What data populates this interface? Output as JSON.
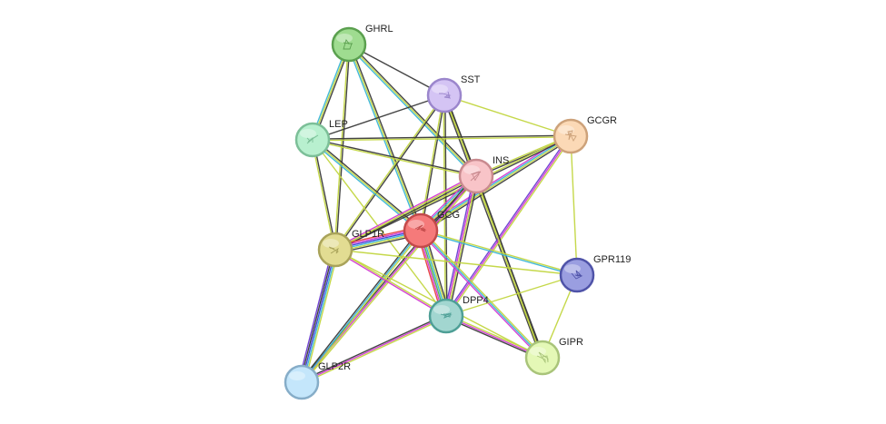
{
  "network": {
    "nodes": [
      {
        "id": "GHRL",
        "label": "GHRL",
        "fill": "#9fdc90",
        "stroke": "#5ba04f"
      },
      {
        "id": "SST",
        "label": "SST",
        "fill": "#d4c4f4",
        "stroke": "#9b86cc"
      },
      {
        "id": "GCGR",
        "label": "GCGR",
        "fill": "#fbd9b6",
        "stroke": "#cda27a"
      },
      {
        "id": "LEP",
        "label": "LEP",
        "fill": "#b8f0cf",
        "stroke": "#7cbf98"
      },
      {
        "id": "INS",
        "label": "INS",
        "fill": "#f8c4c8",
        "stroke": "#c98a8f"
      },
      {
        "id": "GCG",
        "label": "GCG",
        "fill": "#f57a7a",
        "stroke": "#c24a4a"
      },
      {
        "id": "GLP1R",
        "label": "GLP1R",
        "fill": "#e2dc92",
        "stroke": "#a9a35a"
      },
      {
        "id": "GPR119",
        "label": "GPR119",
        "fill": "#9a9ee0",
        "stroke": "#4f53a8"
      },
      {
        "id": "DPP4",
        "label": "DPP4",
        "fill": "#a2d6d0",
        "stroke": "#4e9f96"
      },
      {
        "id": "GIPR",
        "label": "GIPR",
        "fill": "#e4f8b6",
        "stroke": "#a9c47a"
      },
      {
        "id": "GLP2R",
        "label": "GLP2R",
        "fill": "#c4e6fb",
        "stroke": "#86adc8"
      }
    ],
    "edge_colors": {
      "black": "#3a3a3a",
      "yellow": "#c2d640",
      "cyan": "#3ab5d6",
      "blue": "#3b3bd8",
      "magenta": "#d23ad2",
      "green": "#55b04b",
      "red": "#e63c3c",
      "purple": "#6a3ad0"
    },
    "edges": [
      {
        "source": "GHRL",
        "target": "SST",
        "types": [
          "black"
        ]
      },
      {
        "source": "GHRL",
        "target": "LEP",
        "types": [
          "black",
          "yellow",
          "cyan"
        ]
      },
      {
        "source": "GHRL",
        "target": "INS",
        "types": [
          "black",
          "yellow",
          "cyan"
        ]
      },
      {
        "source": "GHRL",
        "target": "GCG",
        "types": [
          "black",
          "yellow",
          "cyan"
        ]
      },
      {
        "source": "GHRL",
        "target": "GLP1R",
        "types": [
          "black",
          "yellow"
        ]
      },
      {
        "source": "SST",
        "target": "LEP",
        "types": [
          "black"
        ]
      },
      {
        "source": "SST",
        "target": "GCGR",
        "types": [
          "yellow"
        ]
      },
      {
        "source": "SST",
        "target": "INS",
        "types": [
          "black",
          "yellow"
        ]
      },
      {
        "source": "SST",
        "target": "GCG",
        "types": [
          "black",
          "yellow"
        ]
      },
      {
        "source": "SST",
        "target": "GLP1R",
        "types": [
          "black",
          "yellow"
        ]
      },
      {
        "source": "SST",
        "target": "DPP4",
        "types": [
          "black",
          "yellow"
        ]
      },
      {
        "source": "SST",
        "target": "GIPR",
        "types": [
          "black",
          "yellow",
          "black"
        ]
      },
      {
        "source": "LEP",
        "target": "GCGR",
        "types": [
          "black",
          "yellow"
        ]
      },
      {
        "source": "LEP",
        "target": "INS",
        "types": [
          "black",
          "yellow"
        ]
      },
      {
        "source": "LEP",
        "target": "GCG",
        "types": [
          "black",
          "yellow",
          "cyan"
        ]
      },
      {
        "source": "LEP",
        "target": "GLP1R",
        "types": [
          "black",
          "yellow"
        ]
      },
      {
        "source": "LEP",
        "target": "DPP4",
        "types": [
          "yellow"
        ]
      },
      {
        "source": "GCGR",
        "target": "INS",
        "types": [
          "black",
          "yellow"
        ]
      },
      {
        "source": "GCGR",
        "target": "GCG",
        "types": [
          "black",
          "yellow",
          "cyan",
          "magenta"
        ]
      },
      {
        "source": "GCGR",
        "target": "GLP1R",
        "types": [
          "black",
          "yellow"
        ]
      },
      {
        "source": "GCGR",
        "target": "DPP4",
        "types": [
          "yellow",
          "magenta",
          "purple"
        ]
      },
      {
        "source": "GCGR",
        "target": "GPR119",
        "types": [
          "yellow"
        ]
      },
      {
        "source": "INS",
        "target": "GCG",
        "types": [
          "black",
          "yellow",
          "cyan",
          "magenta"
        ]
      },
      {
        "source": "INS",
        "target": "GLP1R",
        "types": [
          "black",
          "yellow",
          "magenta"
        ]
      },
      {
        "source": "INS",
        "target": "DPP4",
        "types": [
          "black",
          "yellow",
          "magenta",
          "purple"
        ]
      },
      {
        "source": "INS",
        "target": "GIPR",
        "types": [
          "black",
          "yellow"
        ]
      },
      {
        "source": "INS",
        "target": "GLP2R",
        "types": [
          "yellow",
          "magenta",
          "black"
        ]
      },
      {
        "source": "GCG",
        "target": "GLP1R",
        "types": [
          "black",
          "yellow",
          "cyan",
          "blue",
          "magenta",
          "red"
        ]
      },
      {
        "source": "GCG",
        "target": "GPR119",
        "types": [
          "yellow",
          "cyan"
        ]
      },
      {
        "source": "GCG",
        "target": "DPP4",
        "types": [
          "black",
          "yellow",
          "cyan",
          "green",
          "magenta",
          "red"
        ]
      },
      {
        "source": "GCG",
        "target": "GIPR",
        "types": [
          "yellow",
          "cyan",
          "magenta"
        ]
      },
      {
        "source": "GCG",
        "target": "GLP2R",
        "types": [
          "yellow",
          "cyan",
          "black"
        ]
      },
      {
        "source": "GLP1R",
        "target": "GPR119",
        "types": [
          "yellow"
        ]
      },
      {
        "source": "GLP1R",
        "target": "DPP4",
        "types": [
          "yellow",
          "magenta"
        ]
      },
      {
        "source": "GLP1R",
        "target": "GIPR",
        "types": [
          "yellow"
        ]
      },
      {
        "source": "GLP1R",
        "target": "GLP2R",
        "types": [
          "yellow",
          "cyan",
          "blue",
          "black",
          "purple"
        ]
      },
      {
        "source": "DPP4",
        "target": "GPR119",
        "types": [
          "yellow"
        ]
      },
      {
        "source": "DPP4",
        "target": "GIPR",
        "types": [
          "yellow",
          "magenta",
          "black"
        ]
      },
      {
        "source": "DPP4",
        "target": "GLP2R",
        "types": [
          "yellow",
          "magenta",
          "black"
        ]
      },
      {
        "source": "GIPR",
        "target": "GPR119",
        "types": [
          "yellow"
        ]
      }
    ]
  }
}
